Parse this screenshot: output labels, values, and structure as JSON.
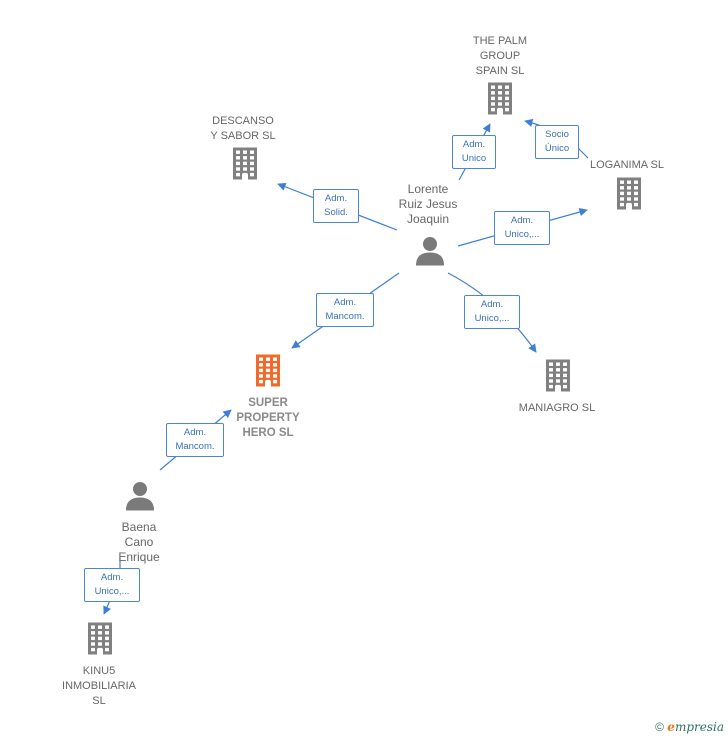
{
  "colors": {
    "edge": "#3d7fd6",
    "company": "#808080",
    "main_company": "#f26a2a",
    "person": "#7a7a7a"
  },
  "companies": [
    {
      "id": "palm",
      "label": "THE PALM\nGROUP\nSPAIN  SL",
      "icon": "building-icon"
    },
    {
      "id": "descanso",
      "label": "DESCANSO\nY SABOR SL",
      "icon": "building-icon"
    },
    {
      "id": "loganima",
      "label": "LOGANIMA  SL",
      "icon": "building-icon"
    },
    {
      "id": "maniagro",
      "label": "MANIAGRO  SL",
      "icon": "building-icon"
    },
    {
      "id": "super",
      "label": "SUPER\nPROPERTY\nHERO  SL",
      "icon": "building-icon",
      "main": true
    },
    {
      "id": "kinu5",
      "label": "KINU5\nINMOBILIARIA\nSL",
      "icon": "building-icon"
    }
  ],
  "persons": [
    {
      "id": "lorente",
      "label": "Lorente\nRuiz Jesus\nJoaquin",
      "icon": "person-icon"
    },
    {
      "id": "baena",
      "label": "Baena\nCano\nEnrique",
      "icon": "person-icon"
    }
  ],
  "edges": [
    {
      "id": "e1",
      "from": "lorente",
      "to": "palm",
      "label": "Adm.\nUnico"
    },
    {
      "id": "e2",
      "from": "loganima",
      "to": "palm",
      "label": "Socio\nÚnico"
    },
    {
      "id": "e3",
      "from": "lorente",
      "to": "descanso",
      "label": "Adm.\nSolid."
    },
    {
      "id": "e4",
      "from": "lorente",
      "to": "loganima",
      "label": "Adm.\nUnico,..."
    },
    {
      "id": "e5",
      "from": "lorente",
      "to": "super",
      "label": "Adm.\nMancom."
    },
    {
      "id": "e6",
      "from": "lorente",
      "to": "maniagro",
      "label": "Adm.\nUnico,..."
    },
    {
      "id": "e7",
      "from": "baena",
      "to": "super",
      "label": "Adm.\nMancom."
    },
    {
      "id": "e8",
      "from": "baena",
      "to": "kinu5",
      "label": "Adm.\nUnico,..."
    }
  ],
  "footer": {
    "copyright": "©",
    "brand_initial": "e",
    "brand_rest": "mpresia"
  }
}
